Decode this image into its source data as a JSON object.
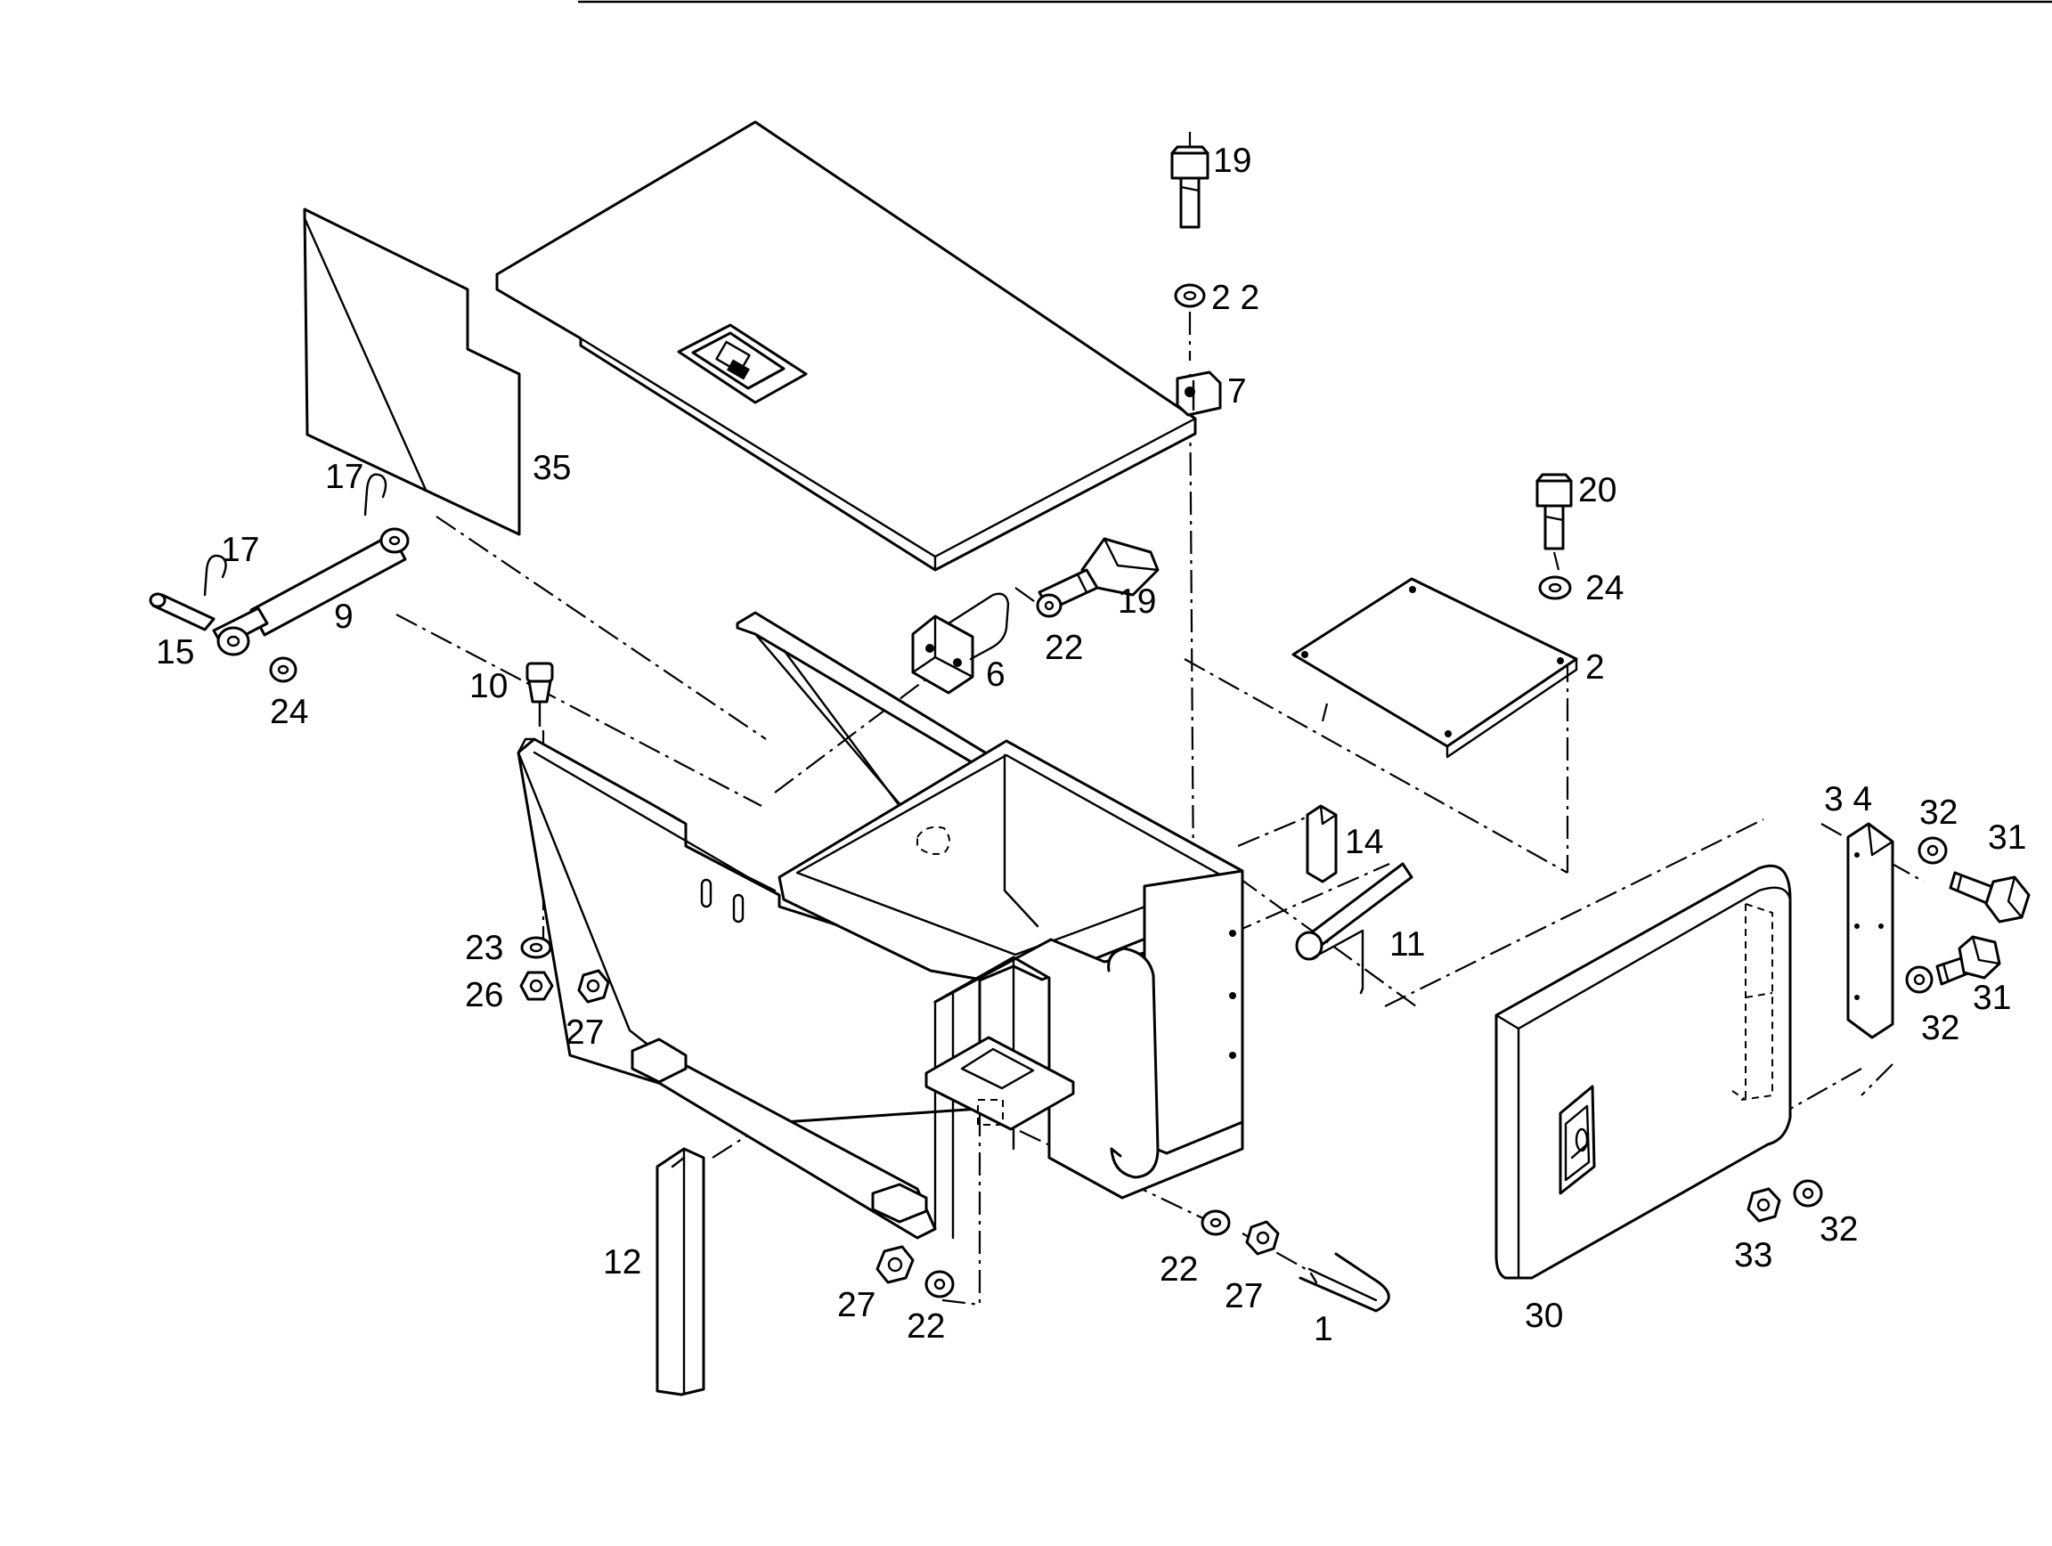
{
  "colors": {
    "line": "#000000",
    "paper": "#ffffff"
  },
  "callouts": [
    {
      "id": "c1",
      "text": "1"
    },
    {
      "id": "c2",
      "text": "2"
    },
    {
      "id": "c6",
      "text": "6"
    },
    {
      "id": "c7",
      "text": "7"
    },
    {
      "id": "c9",
      "text": "9"
    },
    {
      "id": "c10",
      "text": "10"
    },
    {
      "id": "c11",
      "text": "11"
    },
    {
      "id": "c12",
      "text": "12"
    },
    {
      "id": "c14",
      "text": "14"
    },
    {
      "id": "c15",
      "text": "15"
    },
    {
      "id": "c17a",
      "text": "17"
    },
    {
      "id": "c17b",
      "text": "17"
    },
    {
      "id": "c19a",
      "text": "19"
    },
    {
      "id": "c19b",
      "text": "19"
    },
    {
      "id": "c20",
      "text": "20"
    },
    {
      "id": "c22a",
      "text": "2 2"
    },
    {
      "id": "c22b",
      "text": "22"
    },
    {
      "id": "c22c",
      "text": "22"
    },
    {
      "id": "c22d",
      "text": "22"
    },
    {
      "id": "c23",
      "text": "23"
    },
    {
      "id": "c24a",
      "text": "24"
    },
    {
      "id": "c24b",
      "text": "24"
    },
    {
      "id": "c26",
      "text": "26"
    },
    {
      "id": "c27a",
      "text": "27"
    },
    {
      "id": "c27b",
      "text": "27"
    },
    {
      "id": "c27c",
      "text": "27"
    },
    {
      "id": "c30",
      "text": "30"
    },
    {
      "id": "c31a",
      "text": "31"
    },
    {
      "id": "c31b",
      "text": "31"
    },
    {
      "id": "c32a",
      "text": "32"
    },
    {
      "id": "c32b",
      "text": "32"
    },
    {
      "id": "c32c",
      "text": "32"
    },
    {
      "id": "c33",
      "text": "33"
    },
    {
      "id": "c34",
      "text": "3 4"
    },
    {
      "id": "c35",
      "text": "35"
    }
  ]
}
